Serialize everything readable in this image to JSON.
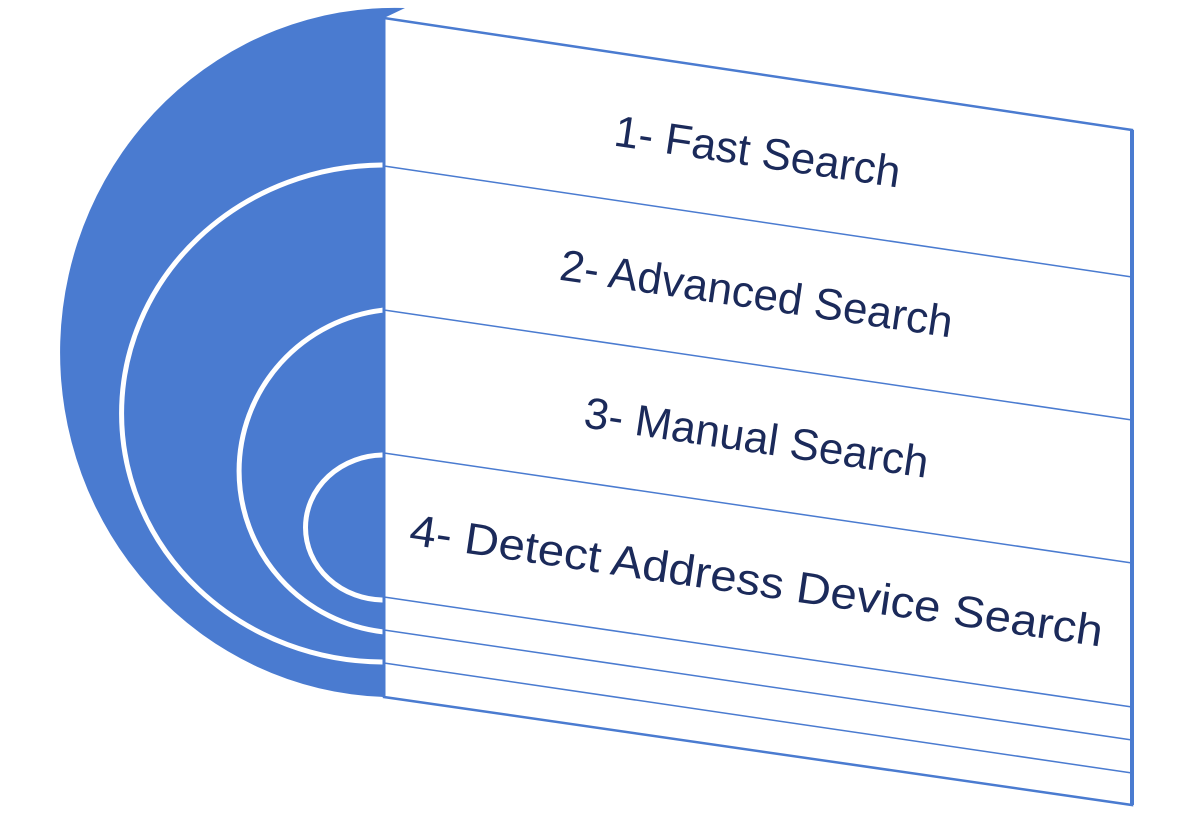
{
  "diagram": {
    "levels": [
      {
        "label": "1- Fast Search"
      },
      {
        "label": "2- Advanced Search"
      },
      {
        "label": "3- Manual Search"
      },
      {
        "label": "4- Detect Address Device Search"
      }
    ]
  },
  "colors": {
    "shape_fill": "#4a7bd0",
    "outline": "#4a7bd0",
    "panel_fill": "#ffffff",
    "text": "#1b2a5a",
    "divider": "#ffffff"
  }
}
